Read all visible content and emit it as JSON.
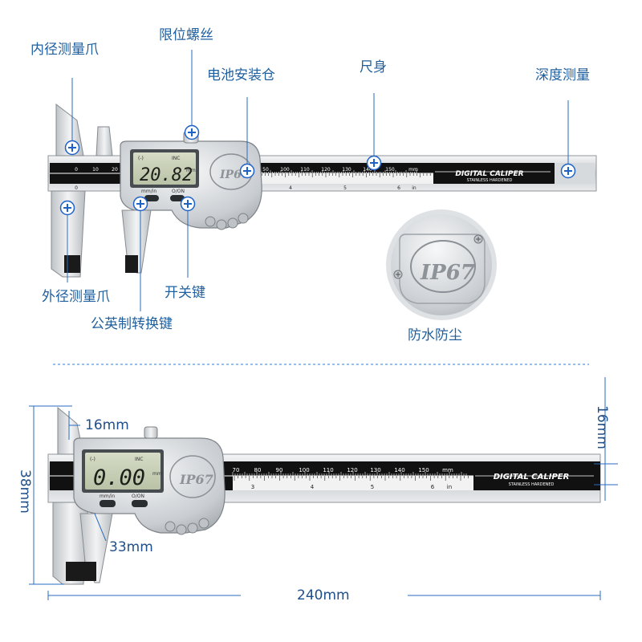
{
  "labels": {
    "inner_jaw": "内径测量爪",
    "limit_screw": "限位螺丝",
    "battery": "电池安装仓",
    "ruler_body": "尺身",
    "depth": "深度测量",
    "outer_jaw": "外径测量爪",
    "power_key": "开关键",
    "unit_key": "公英制转换键",
    "waterproof": "防水防尘"
  },
  "caliper_top": {
    "brand": "DIGITAL CALIPER",
    "sub": "STAINLESS HARDENED",
    "reading": "20.82",
    "unit_mm": "mm",
    "ind_left": "(-)",
    "ind_inc": "INC",
    "btn_left": "mm/in",
    "btn_right": "O/ON",
    "logo": "IP67",
    "mm_unit": "mm",
    "in_unit": "in",
    "mm_ticks": [
      "0",
      "10",
      "20",
      "50",
      "100",
      "110",
      "120",
      "130",
      "140",
      "150"
    ],
    "in_ticks": [
      "0",
      "4",
      "5",
      "6"
    ]
  },
  "caliper_bottom": {
    "brand": "DIGITAL CALIPER",
    "sub": "STAINLESS HARDENED",
    "reading": "0.00",
    "unit_mm": "mm",
    "ind_left": "(-)",
    "ind_inc": "INC",
    "btn_left": "mm/in",
    "btn_right": "O/ON",
    "logo": "IP67",
    "mm_unit": "mm",
    "in_unit": "in",
    "mm_ticks": [
      "70",
      "80",
      "90",
      "100",
      "110",
      "120",
      "130",
      "140",
      "150"
    ],
    "in_ticks": [
      "3",
      "4",
      "5",
      "6"
    ]
  },
  "dimensions": {
    "jaw_16": "16mm",
    "height_38": "38mm",
    "jaw_33": "33mm",
    "length_240": "240mm",
    "right_16": "16mm"
  },
  "colors": {
    "label": "#1f5f9e",
    "marker": "#1e62c8",
    "blade": "#111111",
    "steel": "#d6d9dc",
    "lcd": "#c9d1b8"
  }
}
